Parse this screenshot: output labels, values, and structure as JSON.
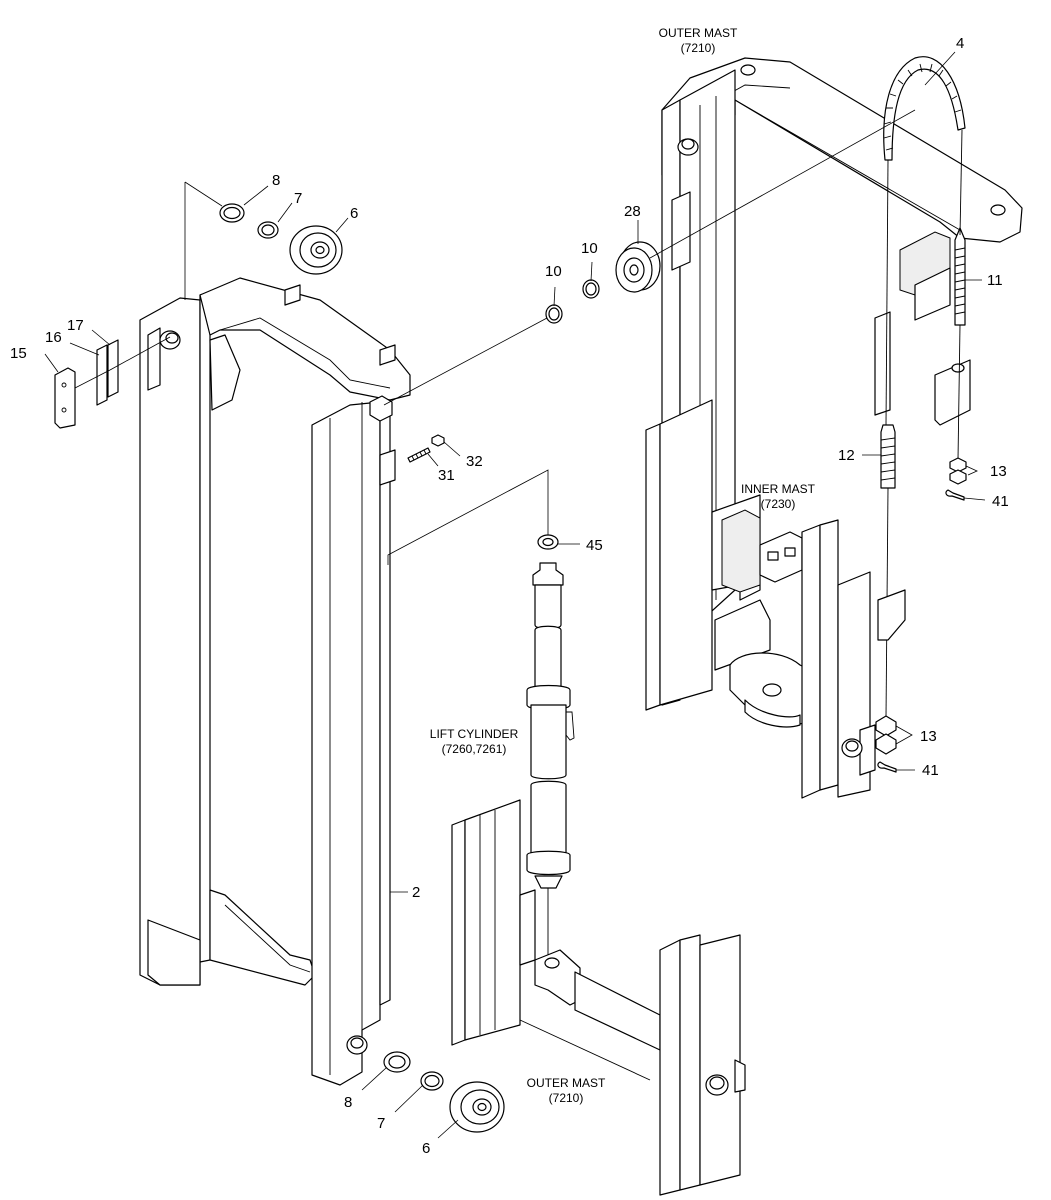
{
  "assembly_labels": {
    "outer_mast_top": {
      "name": "OUTER MAST",
      "code": "(7210)"
    },
    "inner_mast": {
      "name": "INNER MAST",
      "code": "(7230)"
    },
    "lift_cylinder": {
      "name": "LIFT CYLINDER",
      "code": "(7260,7261)"
    },
    "outer_mast_bottom": {
      "name": "OUTER MAST",
      "code": "(7210)"
    }
  },
  "callouts": {
    "c2": "2",
    "c4": "4",
    "c6_top": "6",
    "c6_bottom": "6",
    "c7_top": "7",
    "c7_bottom": "7",
    "c8_top": "8",
    "c8_bottom": "8",
    "c10_a": "10",
    "c10_b": "10",
    "c11": "11",
    "c12": "12",
    "c13_top": "13",
    "c13_bottom": "13",
    "c15": "15",
    "c16": "16",
    "c17": "17",
    "c28": "28",
    "c31": "31",
    "c32": "32",
    "c41_top": "41",
    "c41_bottom": "41",
    "c45": "45"
  }
}
